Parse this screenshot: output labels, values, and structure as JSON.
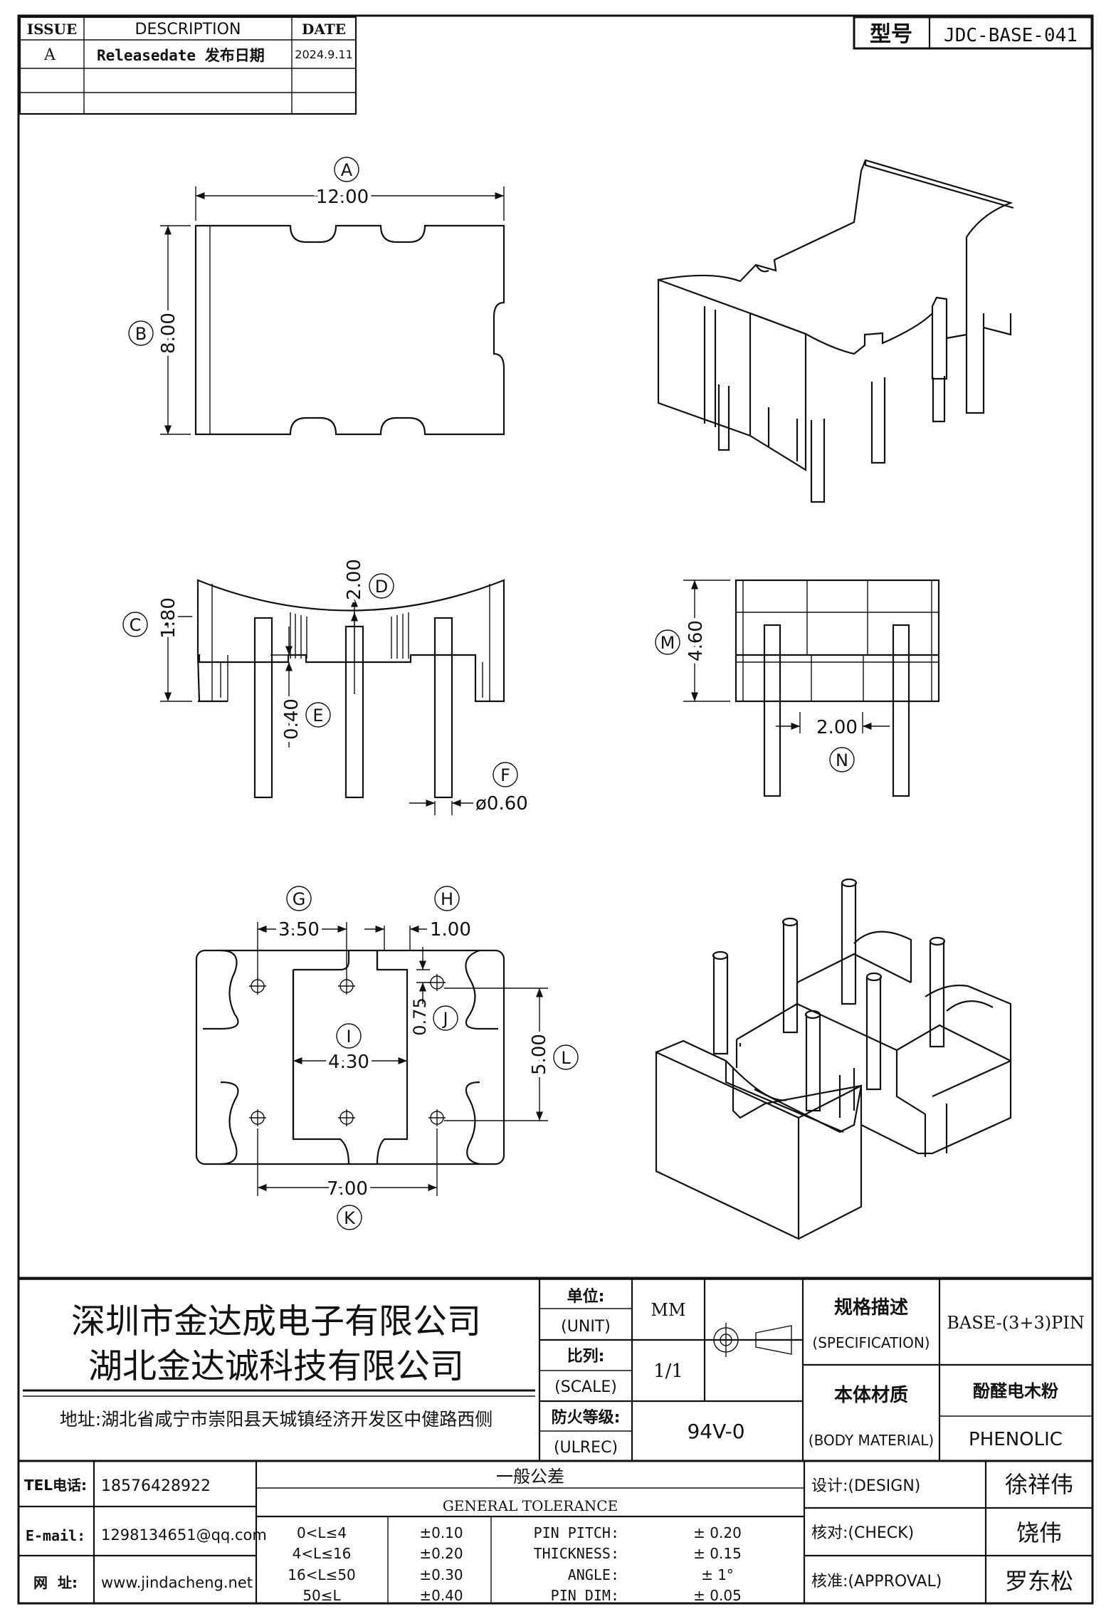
{
  "revision_table": {
    "headers": {
      "issue": "ISSUE",
      "description": "DESCRIPTION",
      "date": "DATE"
    },
    "rows": [
      {
        "issue": "A",
        "description": "Releasedate 发布日期",
        "date": "2024.9.11"
      }
    ]
  },
  "model": {
    "label": "型号",
    "value": "JDC-BASE-041"
  },
  "dimensions": {
    "A": {
      "letter": "A",
      "value": "12.00"
    },
    "B": {
      "letter": "B",
      "value": "8.00"
    },
    "C": {
      "letter": "C",
      "value": "1.80"
    },
    "D": {
      "letter": "D",
      "value": "2.00"
    },
    "E": {
      "letter": "E",
      "value": "0.40"
    },
    "F": {
      "letter": "F",
      "value": "ø0.60"
    },
    "G": {
      "letter": "G",
      "value": "3.50"
    },
    "H": {
      "letter": "H",
      "value": "1.00"
    },
    "I": {
      "letter": "I",
      "value": "4.30"
    },
    "J": {
      "letter": "J",
      "value": "0.75"
    },
    "K": {
      "letter": "K",
      "value": "7.00"
    },
    "L": {
      "letter": "L",
      "value": "5.00"
    },
    "M": {
      "letter": "M",
      "value": "4.60"
    },
    "N": {
      "letter": "N",
      "value": "2.00"
    }
  },
  "company": {
    "name_1": "深圳市金达成电子有限公司",
    "name_2": "湖北金达诚科技有限公司",
    "address": "地址:湖北省咸宁市崇阳县天城镇经济开发区中健路西侧"
  },
  "title_block": {
    "unit_cn": "单位:",
    "unit_en": "(UNIT)",
    "unit_value": "MM",
    "scale_cn": "比列:",
    "scale_en": "(SCALE)",
    "scale_value": "1/1",
    "ul_cn": "防火等级:",
    "ul_en": "(ULREC)",
    "ul_value": "94V-0",
    "spec_cn": "规格描述",
    "spec_en": "(SPECIFICATION)",
    "spec_value": "BASE-(3+3)PIN",
    "material_cn": "本体材质",
    "material_en": "(BODY MATERIAL)",
    "material_value_cn": "酚醛电木粉",
    "material_value_en": "PHENOLIC"
  },
  "contact": {
    "tel_label": "TEL电话:",
    "tel": "18576428922",
    "email_label": "E-mail:",
    "email": "1298134651@qq.com",
    "web_label": "网  址:",
    "web": "www.jindacheng.net"
  },
  "tolerance": {
    "title_cn": "一般公差",
    "title_en": "GENERAL TOLERANCE",
    "ranges": [
      {
        "range": "0<L≤4",
        "tol": "±0.10"
      },
      {
        "range": "4<L≤16",
        "tol": "±0.20"
      },
      {
        "range": "16<L≤50",
        "tol": "±0.30"
      },
      {
        "range": "50≤L",
        "tol": "±0.40"
      }
    ],
    "specs": [
      {
        "label": "PIN PITCH:",
        "value": "± 0.20"
      },
      {
        "label": "THICKNESS:",
        "value": "± 0.15"
      },
      {
        "label": "ANGLE:",
        "value": "± 1°"
      },
      {
        "label": "PIN DIM:",
        "value": "± 0.05"
      }
    ]
  },
  "approvals": [
    {
      "label": "设计:(DESIGN)",
      "name": "徐祥伟"
    },
    {
      "label": "核对:(CHECK)",
      "name": "饶伟"
    },
    {
      "label": "核准:(APPROVAL)",
      "name": "罗东松"
    }
  ]
}
